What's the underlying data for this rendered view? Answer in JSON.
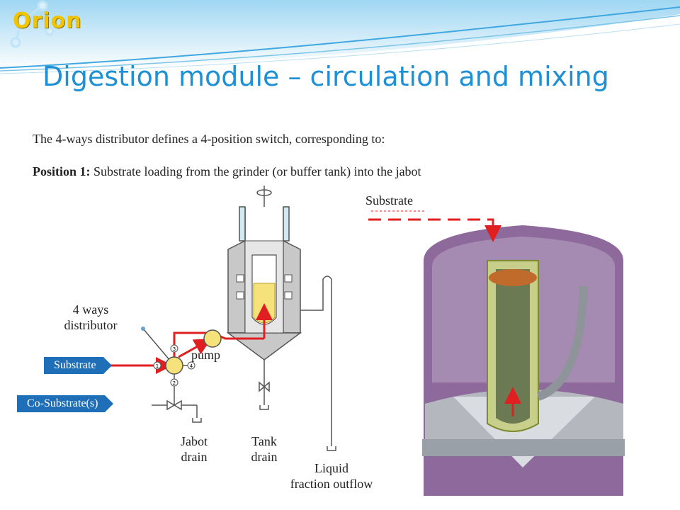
{
  "header": {
    "logo_text": "Orion",
    "title": "Digestion module – circulation and mixing"
  },
  "body": {
    "intro": "The 4-ways distributor defines a 4-position switch, corresponding to:",
    "position_label": "Position 1:",
    "position_text": " Substrate loading from the grinder (or buffer tank) into the jabot"
  },
  "diagram": {
    "distributor_label_line1": "4 ways",
    "distributor_label_line2": "distributor",
    "pump_label": "pump",
    "substrate_tag": "Substrate",
    "cosubstrate_tag": "Co-Substrate(s)",
    "jabot_drain_line1": "Jabot",
    "jabot_drain_line2": "drain",
    "tank_drain_line1": "Tank",
    "tank_drain_line2": "drain",
    "liquid_line1": "Liquid",
    "liquid_line2": "fraction outflow",
    "substrate_top_label": "Substrate",
    "port_numbers": [
      "1",
      "2",
      "3",
      "4"
    ]
  },
  "colors": {
    "title": "#1e90d6",
    "tag": "#1f6fb8",
    "flow": "#e02020",
    "logo": "#f2c400"
  }
}
